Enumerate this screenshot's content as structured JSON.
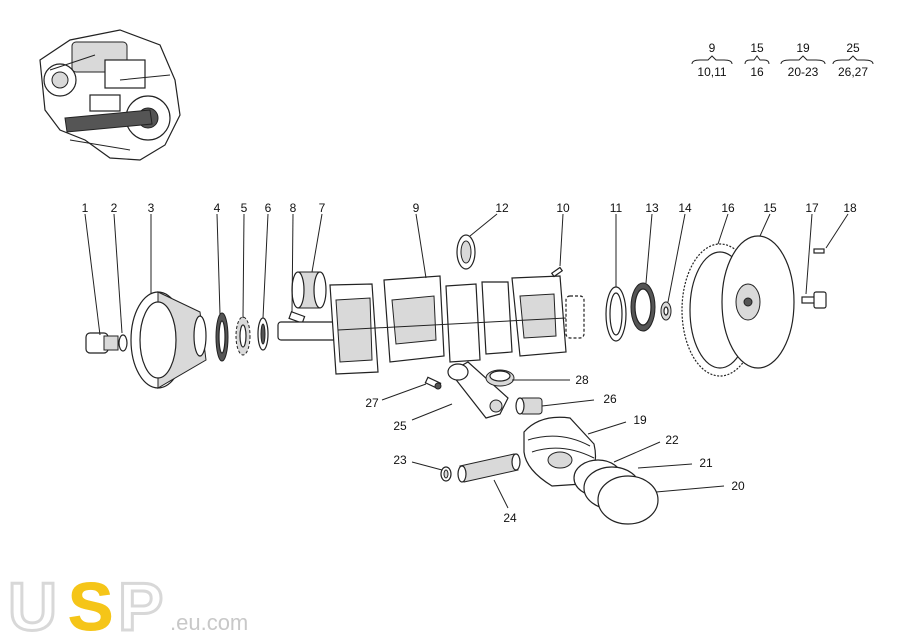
{
  "group_legend": [
    {
      "main": "9",
      "sub": "10,11"
    },
    {
      "main": "15",
      "sub": "16"
    },
    {
      "main": "19",
      "sub": "20-23"
    },
    {
      "main": "25",
      "sub": "26,27"
    }
  ],
  "callouts": [
    "1",
    "2",
    "3",
    "4",
    "5",
    "6",
    "7",
    "8",
    "9",
    "10",
    "11",
    "12",
    "13",
    "14",
    "15",
    "16",
    "17",
    "18",
    "19",
    "20",
    "21",
    "22",
    "23",
    "24",
    "25",
    "26",
    "27",
    "28"
  ],
  "logo": {
    "letters": [
      "U",
      "S",
      "P"
    ],
    "domain": ".eu.com"
  },
  "colors": {
    "logo_grey": "#d8d8d8",
    "logo_yellow": "#f5c518",
    "line": "#222222"
  }
}
